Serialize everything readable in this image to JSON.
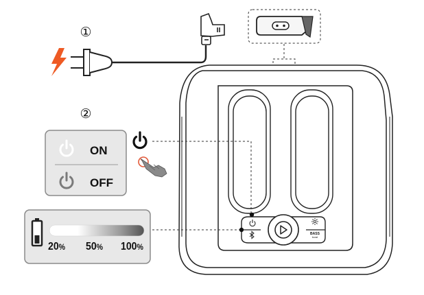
{
  "steps": {
    "step1": "①",
    "step2": "②"
  },
  "power_panel": {
    "on_label": "ON",
    "off_label": "OFF"
  },
  "battery_panel": {
    "levels": [
      "20",
      "50",
      "100"
    ],
    "unit": "%"
  },
  "speaker": {
    "bass_label": "BASS",
    "bass_sub_label": "boost"
  },
  "icons": {
    "lightning": "lightning-icon",
    "plug": "power-plug-icon",
    "connector": "power-connector-icon",
    "port": "power-port-icon",
    "power": "power-icon",
    "press": "finger-press-icon",
    "battery": "battery-icon",
    "play": "play-pause-icon",
    "bluetooth": "bluetooth-icon",
    "light": "light-icon"
  },
  "colors": {
    "lightning": "#ee5a24",
    "panel_bg": "#e8e8e8",
    "panel_border": "#8a8a8a",
    "power_on": "#ffffff",
    "power_off": "#7a7a7a",
    "press_ring": "#e35a3a",
    "line": "#222222",
    "gradient_start": "#ffffff",
    "gradient_end": "#555555"
  }
}
